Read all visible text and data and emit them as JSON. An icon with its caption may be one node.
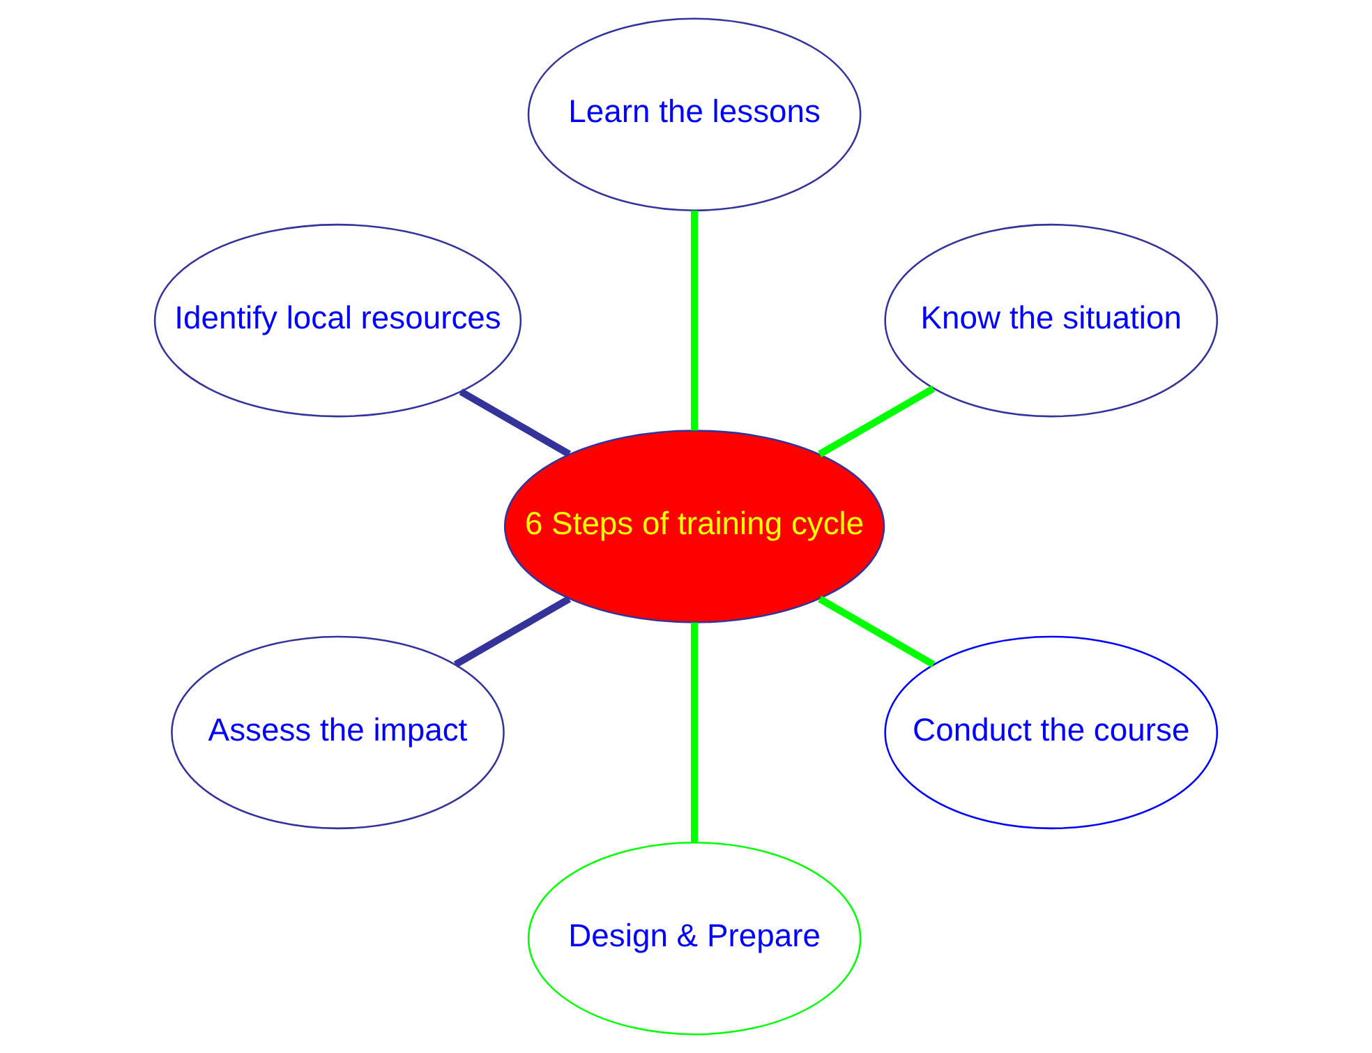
{
  "diagram": {
    "nodes": [
      {
        "text": [
          "Know the situation"
        ]
      },
      {
        "text": [
          "Learn the lessons"
        ]
      },
      {
        "text": [
          "Identify local resources"
        ]
      },
      {
        "text": [
          "6 Steps of training cycle"
        ]
      },
      {
        "text": [
          "Assess the impact"
        ]
      },
      {
        "text": [
          "Design & Prepare"
        ]
      },
      {
        "text": [
          "Conduct the course"
        ]
      }
    ],
    "edges": [
      {
        "from": 3,
        "to": 0,
        "arrow": "none"
      },
      {
        "from": 3,
        "to": 2,
        "arrow": "none",
        "color": "#333399"
      },
      {
        "from": 3,
        "to": 5,
        "arrow": "none"
      },
      {
        "from": 3,
        "to": 6,
        "arrow": "none"
      },
      {
        "from": 3,
        "to": 4,
        "arrow": "none",
        "color": "#333399"
      },
      {
        "from": 3,
        "to": 1,
        "arrow": "none"
      }
    ]
  }
}
